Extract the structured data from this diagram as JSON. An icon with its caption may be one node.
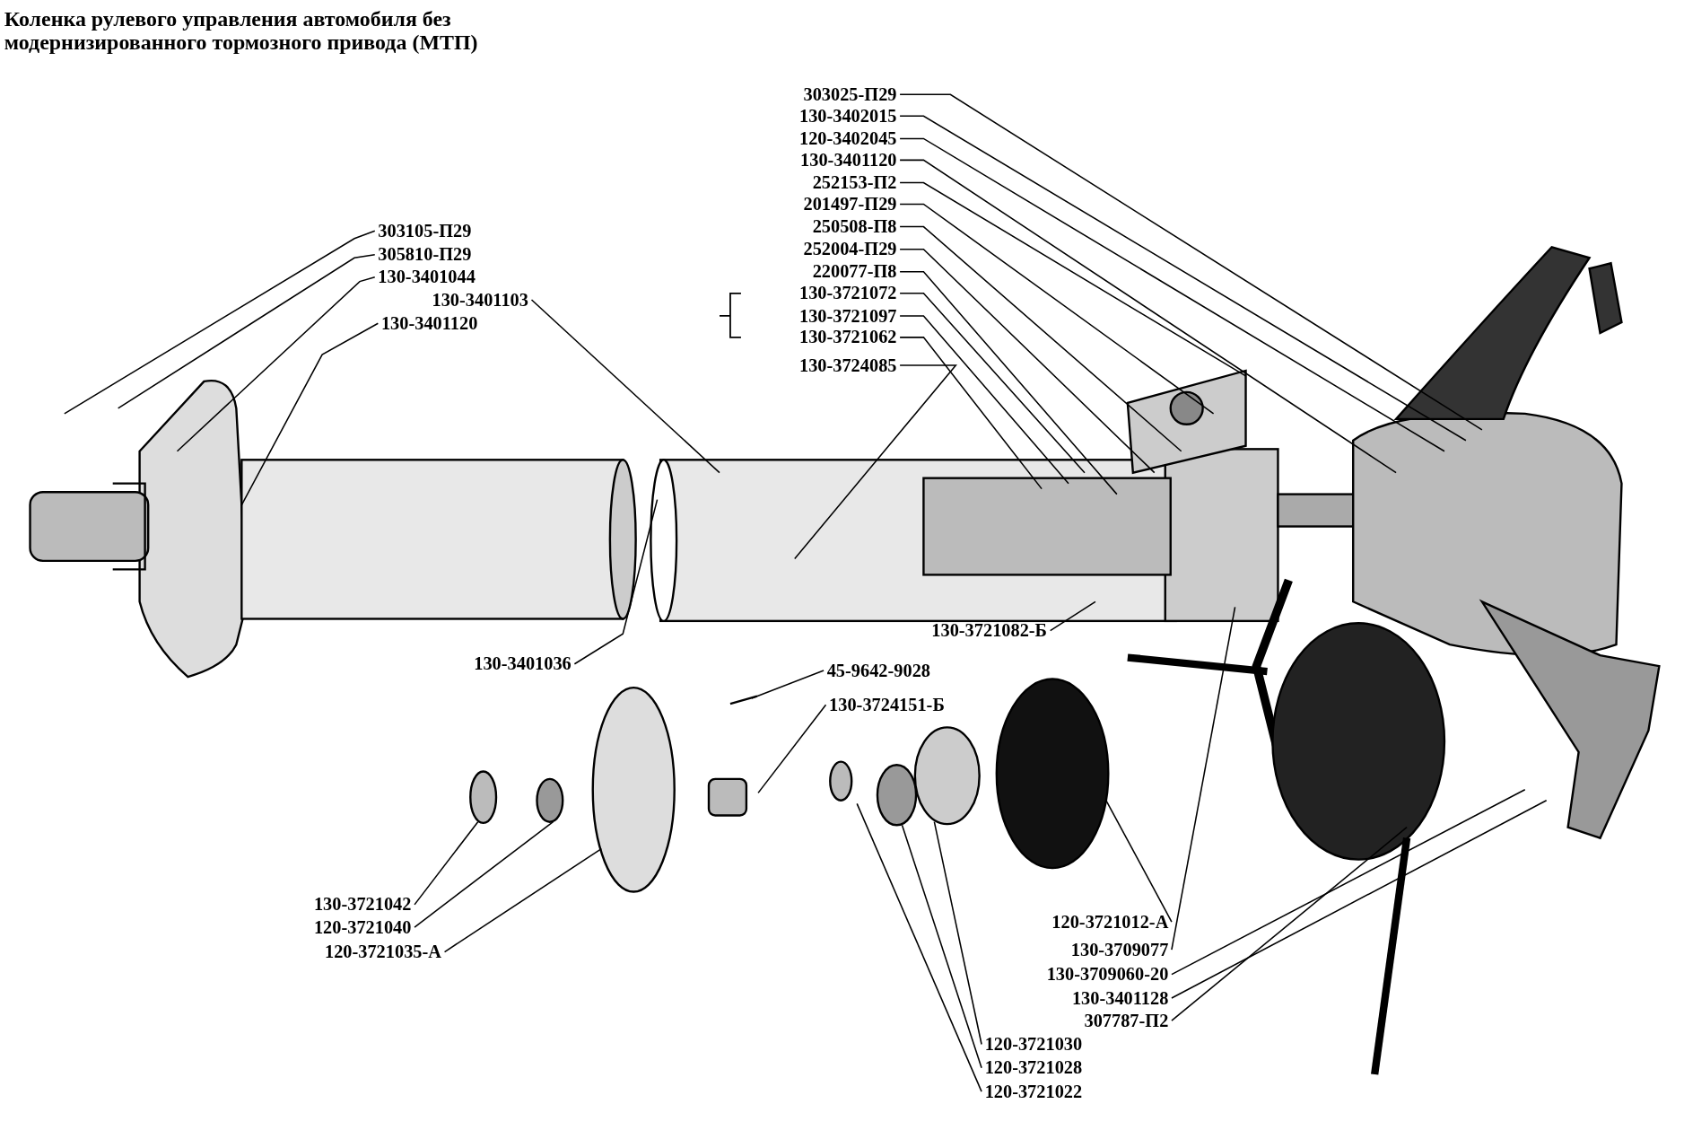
{
  "diagram": {
    "title": "Коленка рулевого управления автомобиля без модернизированного тормозного привода (МТП)",
    "nodes": [
      {
        "text": [
          "303025-П29"
        ]
      },
      {
        "text": [
          "130-3402015"
        ]
      },
      {
        "text": [
          "120-3402045"
        ]
      },
      {
        "text": [
          "130-3401120"
        ]
      },
      {
        "text": [
          "252153-П2"
        ]
      },
      {
        "text": [
          "201497-П29"
        ]
      },
      {
        "text": [
          "250508-П8"
        ]
      },
      {
        "text": [
          "252004-П29"
        ]
      },
      {
        "text": [
          "220077-П8"
        ]
      },
      {
        "text": [
          "130-3721072"
        ]
      },
      {
        "text": [
          "130-3721097"
        ]
      },
      {
        "text": [
          "130-3721062"
        ]
      },
      {
        "text": [
          "130-3724085"
        ]
      },
      {
        "text": [
          "303105-П29"
        ]
      },
      {
        "text": [
          "305810-П29"
        ]
      },
      {
        "text": [
          "130-3401044"
        ]
      },
      {
        "text": [
          "130-3401103"
        ]
      },
      {
        "text": [
          "130-3401120"
        ]
      },
      {
        "text": [
          "130-3401036"
        ]
      },
      {
        "text": [
          "130-3721082-Б"
        ]
      },
      {
        "text": [
          "45-9642-9028"
        ]
      },
      {
        "text": [
          "130-3724151-Б"
        ]
      },
      {
        "text": [
          "130-3721042"
        ]
      },
      {
        "text": [
          "120-3721040"
        ]
      },
      {
        "text": [
          "120-3721035-А"
        ]
      },
      {
        "text": [
          "120-3721012-А"
        ]
      },
      {
        "text": [
          "130-3709077"
        ]
      },
      {
        "text": [
          "130-3709060-20"
        ]
      },
      {
        "text": [
          "130-3401128"
        ]
      },
      {
        "text": [
          "307787-П2"
        ]
      },
      {
        "text": [
          "120-3721030"
        ]
      },
      {
        "text": [
          "120-3721028"
        ]
      },
      {
        "text": [
          "120-3721022"
        ]
      }
    ],
    "edges": [
      {
        "from": 0,
        "to": null,
        "arrow": "none"
      },
      {
        "from": 1,
        "to": null,
        "arrow": "none"
      },
      {
        "from": 2,
        "to": null,
        "arrow": "none"
      },
      {
        "from": 3,
        "to": null,
        "arrow": "none"
      },
      {
        "from": 4,
        "to": null,
        "arrow": "none"
      },
      {
        "from": 5,
        "to": null,
        "arrow": "none"
      },
      {
        "from": 6,
        "to": null,
        "arrow": "none"
      },
      {
        "from": 7,
        "to": null,
        "arrow": "none"
      },
      {
        "from": 8,
        "to": null,
        "arrow": "none"
      },
      {
        "from": 9,
        "to": null,
        "arrow": "none"
      },
      {
        "from": 10,
        "to": null,
        "arrow": "none"
      },
      {
        "from": 11,
        "to": null,
        "arrow": "none"
      },
      {
        "from": 12,
        "to": null,
        "arrow": "none"
      },
      {
        "from": 13,
        "to": null,
        "arrow": "none"
      },
      {
        "from": 14,
        "to": null,
        "arrow": "none"
      },
      {
        "from": 15,
        "to": null,
        "arrow": "none"
      },
      {
        "from": 16,
        "to": null,
        "arrow": "none"
      },
      {
        "from": 17,
        "to": null,
        "arrow": "none"
      },
      {
        "from": 18,
        "to": null,
        "arrow": "none"
      },
      {
        "from": 19,
        "to": null,
        "arrow": "none"
      },
      {
        "from": 20,
        "to": null,
        "arrow": "none"
      },
      {
        "from": 21,
        "to": null,
        "arrow": "none"
      },
      {
        "from": 22,
        "to": null,
        "arrow": "none"
      },
      {
        "from": 23,
        "to": null,
        "arrow": "none"
      },
      {
        "from": 24,
        "to": null,
        "arrow": "none"
      },
      {
        "from": 25,
        "to": null,
        "arrow": "none"
      },
      {
        "from": 26,
        "to": null,
        "arrow": "none"
      },
      {
        "from": 27,
        "to": null,
        "arrow": "none"
      },
      {
        "from": 28,
        "to": null,
        "arrow": "none"
      },
      {
        "from": 29,
        "to": null,
        "arrow": "none"
      },
      {
        "from": 30,
        "to": null,
        "arrow": "none"
      },
      {
        "from": 31,
        "to": null,
        "arrow": "none"
      },
      {
        "from": 32,
        "to": null,
        "arrow": "none"
      }
    ]
  }
}
